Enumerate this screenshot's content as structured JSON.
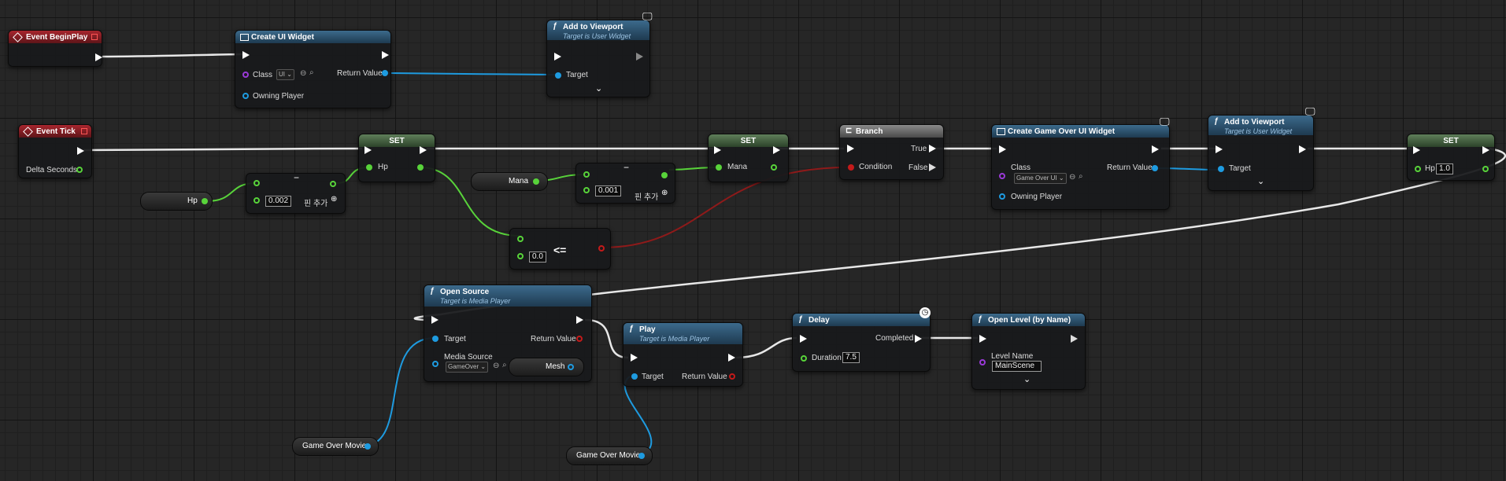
{
  "colors": {
    "exec": "#ffffff",
    "object": "#1e9be0",
    "float": "#58d33a",
    "bool": "#c41a1a",
    "class": "#9a3ad8"
  },
  "icons": {
    "function": "function-icon",
    "event": "event-diamond-icon",
    "branch": "branch-icon",
    "monitor": "monitor-icon",
    "latent": "clock-icon",
    "dropdown": "chevron-down-icon"
  },
  "nodes": {
    "event_begin_play": {
      "title": "Event BeginPlay"
    },
    "create_ui_widget": {
      "title": "Create UI Widget",
      "class_label": "Class",
      "class_value": "UI",
      "return_label": "Return Value",
      "owning_label": "Owning Player"
    },
    "add_viewport_1": {
      "title": "Add to Viewport",
      "subtitle": "Target is User Widget",
      "target_label": "Target"
    },
    "event_tick": {
      "title": "Event Tick",
      "delta_label": "Delta Seconds"
    },
    "hp_var": {
      "label": "Hp"
    },
    "subtract_1": {
      "value": "0.002",
      "add_pin": "핀 추가"
    },
    "set_hp_1": {
      "title": "SET",
      "pin_label": "Hp"
    },
    "mana_var": {
      "label": "Mana"
    },
    "subtract_2": {
      "value": "0.001",
      "add_pin": "핀 추가"
    },
    "set_mana": {
      "title": "SET",
      "pin_label": "Mana"
    },
    "compare": {
      "value": "0.0",
      "op": "<="
    },
    "branch": {
      "title": "Branch",
      "true_label": "True",
      "condition_label": "Condition",
      "false_label": "False"
    },
    "create_game_over": {
      "title": "Create Game Over UI Widget",
      "class_label": "Class",
      "class_value": "Game Over UI",
      "return_label": "Return Value",
      "owning_label": "Owning Player"
    },
    "add_viewport_2": {
      "title": "Add to Viewport",
      "subtitle": "Target is User Widget",
      "target_label": "Target"
    },
    "set_hp_2": {
      "title": "SET",
      "pin_label": "Hp",
      "value": "1.0"
    },
    "open_source": {
      "title": "Open Source",
      "subtitle": "Target is Media Player",
      "target_label": "Target",
      "return_label": "Return Value",
      "media_label": "Media Source",
      "media_value": "GameOver"
    },
    "mesh_var": {
      "label": "Mesh"
    },
    "play": {
      "title": "Play",
      "subtitle": "Target is Media Player",
      "target_label": "Target",
      "return_label": "Return Value"
    },
    "delay": {
      "title": "Delay",
      "completed_label": "Completed",
      "duration_label": "Duration",
      "duration_value": "7.5"
    },
    "open_level": {
      "title": "Open Level (by Name)",
      "level_label": "Level Name",
      "level_value": "MainScene"
    },
    "game_over_movie_1": {
      "label": "Game Over Movie"
    },
    "game_over_movie_2": {
      "label": "Game Over Movie"
    }
  }
}
